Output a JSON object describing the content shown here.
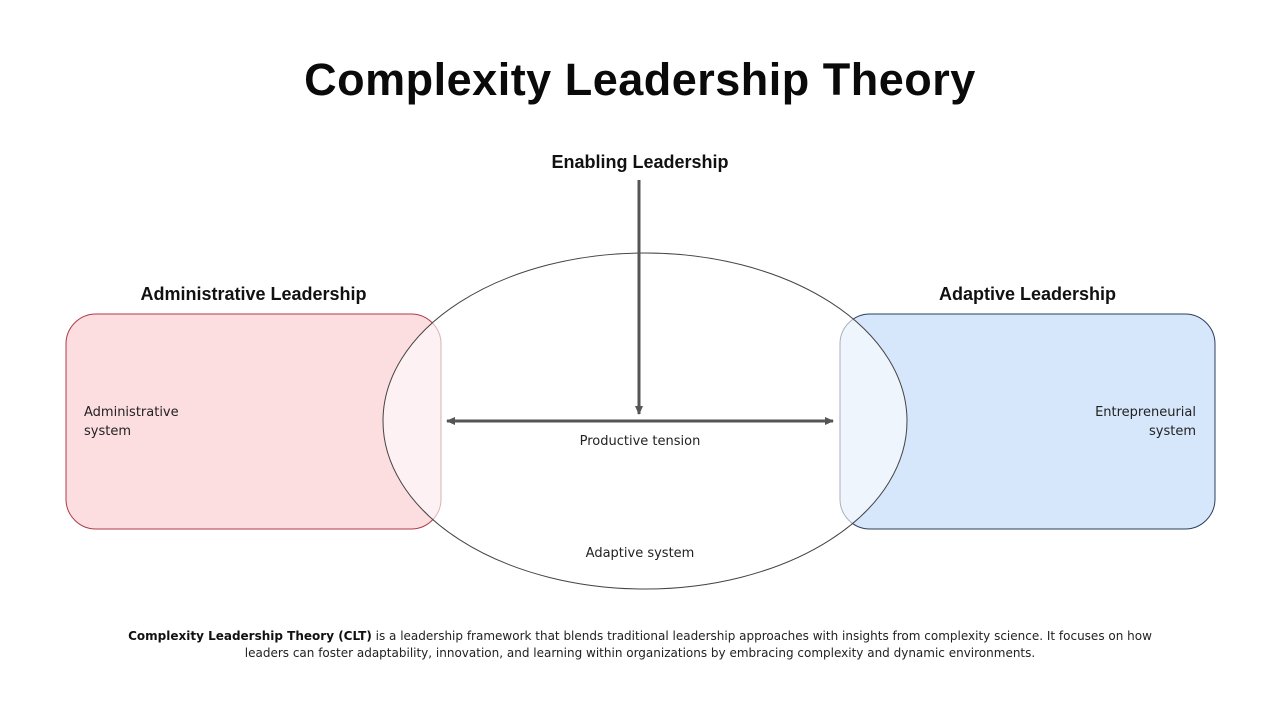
{
  "title": "Complexity Leadership Theory",
  "diagram": {
    "enabling_label": "Enabling Leadership",
    "administrative_label": "Administrative Leadership",
    "adaptive_label": "Adaptive Leadership",
    "administrative_system": "Administrative system",
    "entrepreneurial_system": "Entrepreneurial system",
    "productive_tension": "Productive tension",
    "adaptive_system": "Adaptive system"
  },
  "footer": {
    "bold_term": "Complexity Leadership Theory (CLT)",
    "description": " is a leadership framework that blends traditional leadership approaches with insights from complexity science. It focuses on how leaders can foster adaptability, innovation, and learning within organizations by embracing complexity and dynamic environments."
  },
  "colors": {
    "administrative_fill": "#fcdde0",
    "administrative_stroke": "#b03a48",
    "adaptive_fill": "#d6e6fb",
    "adaptive_stroke": "#2c3e5c",
    "arrow": "#555555",
    "ellipse_stroke": "#444444"
  }
}
